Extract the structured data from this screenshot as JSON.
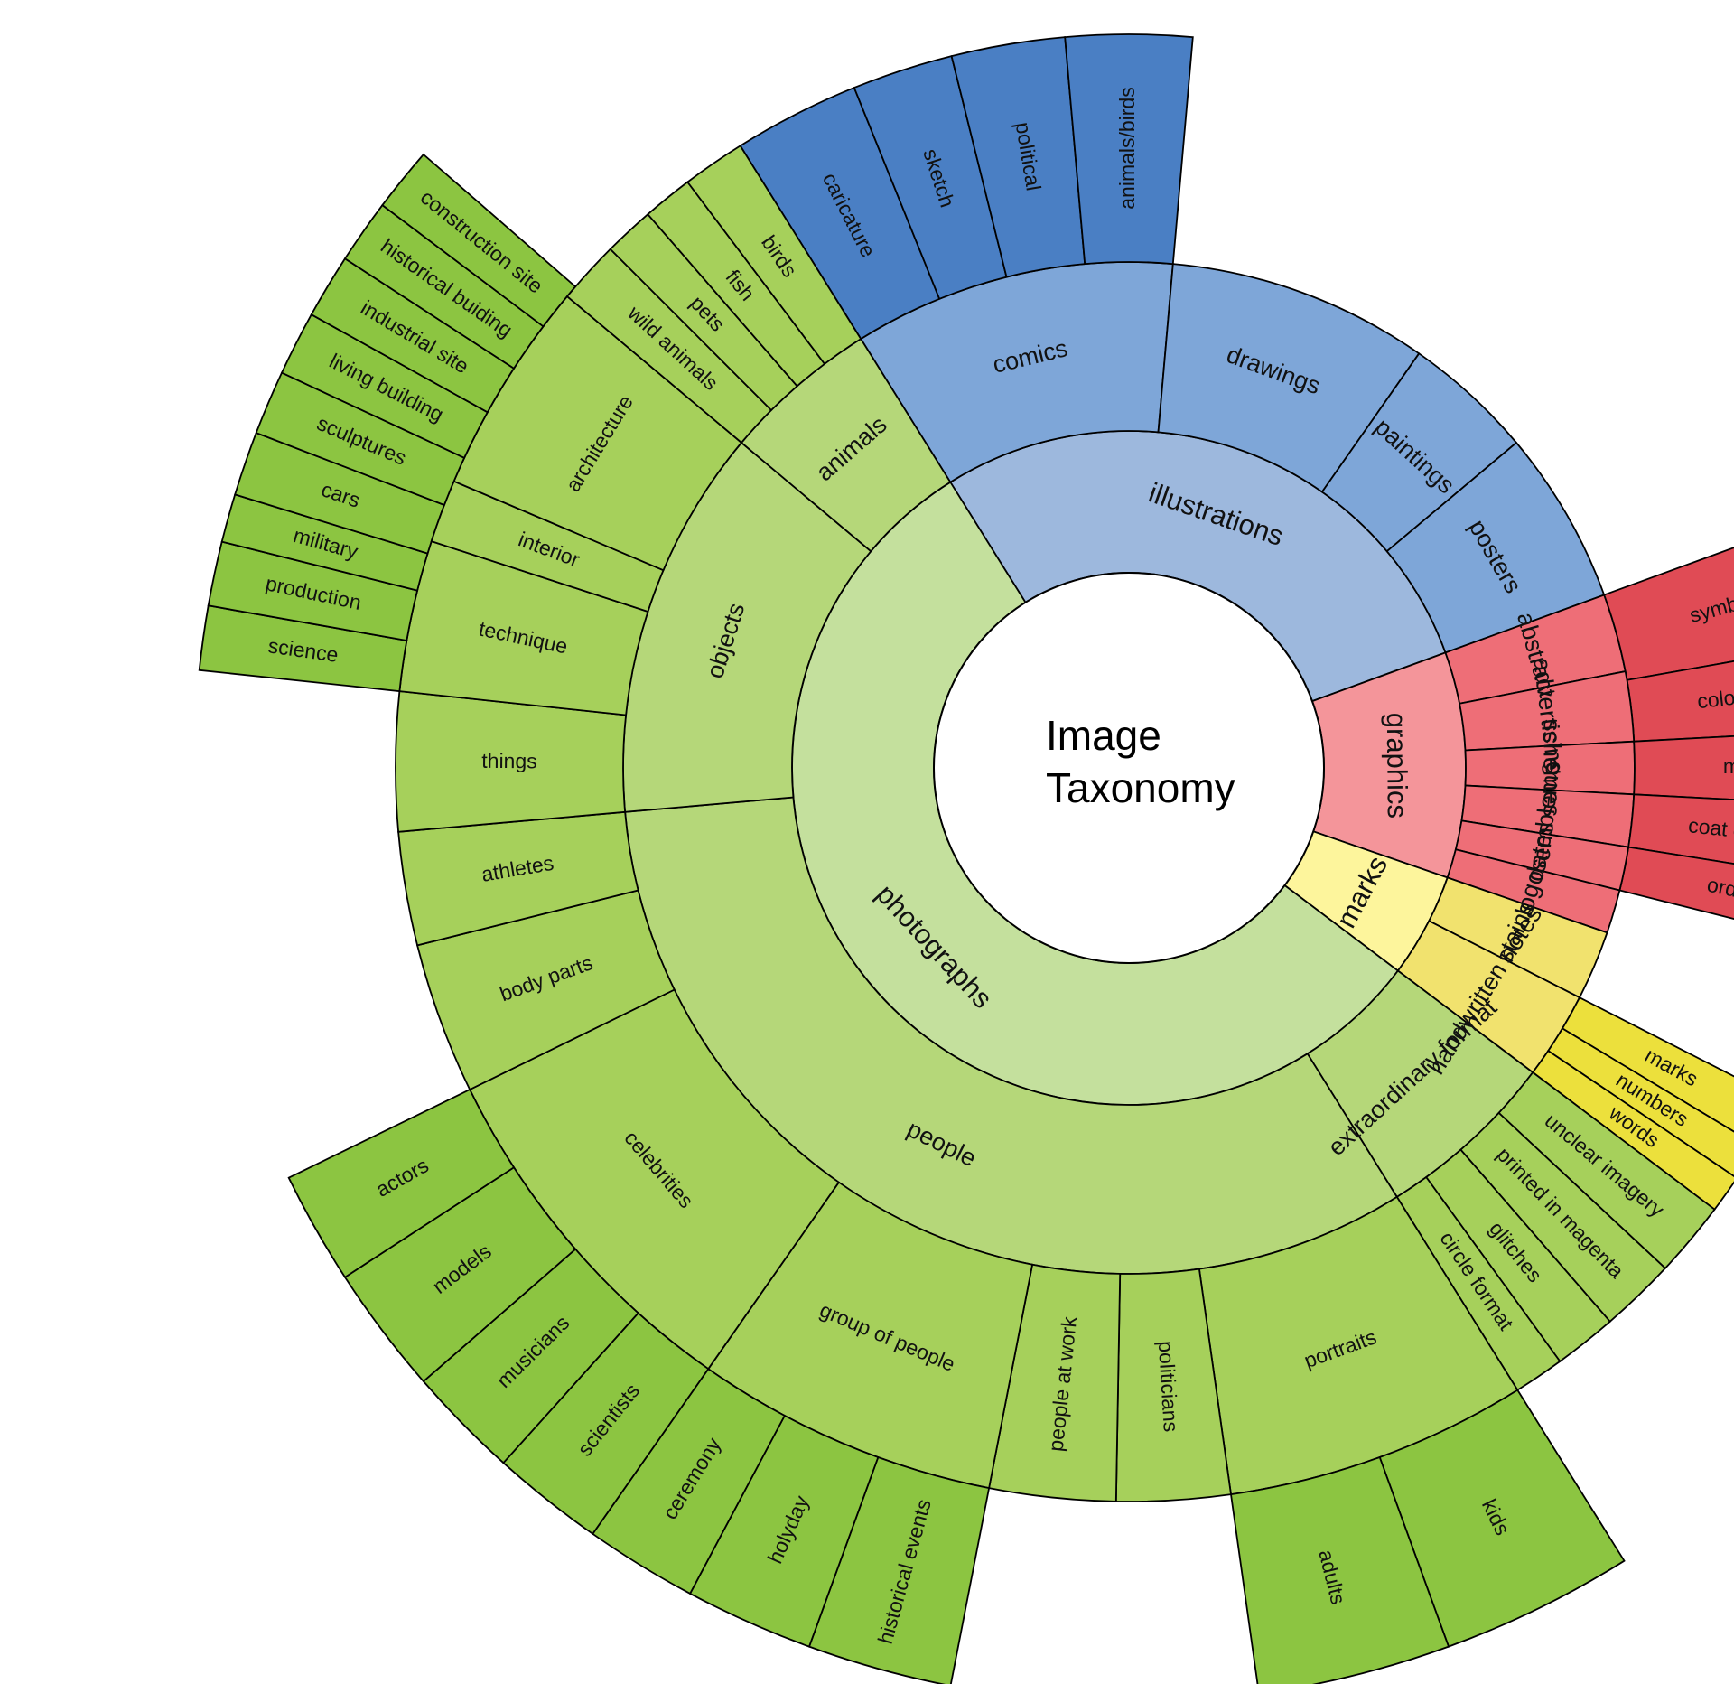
{
  "center": {
    "line1": "Image",
    "line2": "Taxonomy"
  },
  "colors": {
    "illustrations": [
      "#9db8dd",
      "#7ea6d8",
      "#4a7fc4"
    ],
    "graphics": [
      "#f4959a",
      "#ee6e77",
      "#e04b55"
    ],
    "marks": [
      "#fdf59c",
      "#f1e26e",
      "#ece03c"
    ],
    "photographs": [
      "#c4e09d",
      "#b5d779",
      "#a6d05b",
      "#8cc541"
    ]
  },
  "tree": [
    {
      "label": "illustrations",
      "cat": "illustrations",
      "children": [
        {
          "label": "comics",
          "children": [
            {
              "label": "caricature"
            }
          ]
        },
        {
          "label": "drawings",
          "children": [
            {
              "label": "sketch"
            },
            {
              "label": "political"
            },
            {
              "label": "animals/birds"
            }
          ]
        },
        {
          "label": "paintings"
        },
        {
          "label": "posters"
        }
      ]
    },
    {
      "label": "graphics",
      "cat": "graphics",
      "children": [
        {
          "label": "abstract",
          "children": [
            {
              "label": "symbols"
            },
            {
              "label": "color tests"
            }
          ]
        },
        {
          "label": "advertising"
        },
        {
          "label": "schemes",
          "children": [
            {
              "label": "maps"
            }
          ]
        },
        {
          "label": "emblems",
          "children": [
            {
              "label": "coat of arms"
            },
            {
              "label": "orders"
            }
          ]
        },
        {
          "label": "dates"
        },
        {
          "label": "logos"
        }
      ]
    },
    {
      "label": "marks",
      "cat": "marks",
      "children": [
        {
          "label": "stains"
        },
        {
          "label": "handwritten notes",
          "children": [
            {
              "label": "marks"
            },
            {
              "label": "numbers"
            },
            {
              "label": "words"
            }
          ]
        }
      ]
    },
    {
      "label": "photographs",
      "cat": "photographs",
      "children": [
        {
          "label": "extraordinary format",
          "children": [
            {
              "label": "unclear imagery"
            },
            {
              "label": "printed in magenta"
            },
            {
              "label": "glitches"
            },
            {
              "label": "circle format"
            }
          ]
        },
        {
          "label": "people",
          "children": [
            {
              "label": "portraits",
              "children": [
                {
                  "label": "kids"
                },
                {
                  "label": "adults"
                }
              ]
            },
            {
              "label": "politicians"
            },
            {
              "label": "people at work"
            },
            {
              "label": "group of people",
              "children": [
                {
                  "label": "historical events"
                },
                {
                  "label": "holyday"
                },
                {
                  "label": "ceremony"
                }
              ]
            },
            {
              "label": "celebrities",
              "children": [
                {
                  "label": "scientists"
                },
                {
                  "label": "musicians"
                },
                {
                  "label": "models"
                },
                {
                  "label": "actors"
                }
              ]
            },
            {
              "label": "body parts"
            },
            {
              "label": "athletes"
            }
          ]
        },
        {
          "label": "objects",
          "children": [
            {
              "label": "things"
            },
            {
              "label": "technique",
              "children": [
                {
                  "label": "science"
                },
                {
                  "label": "production"
                },
                {
                  "label": "military"
                },
                {
                  "label": "cars"
                }
              ]
            },
            {
              "label": "interior"
            },
            {
              "label": "architecture",
              "children": [
                {
                  "label": "sculptures"
                },
                {
                  "label": "living building"
                },
                {
                  "label": "industrial site"
                },
                {
                  "label": "historical buiding"
                },
                {
                  "label": "construction site"
                }
              ]
            }
          ]
        },
        {
          "label": "animals",
          "children": [
            {
              "label": "wild animals"
            },
            {
              "label": "pets"
            },
            {
              "label": "fish"
            },
            {
              "label": "birds"
            }
          ]
        }
      ]
    }
  ]
}
